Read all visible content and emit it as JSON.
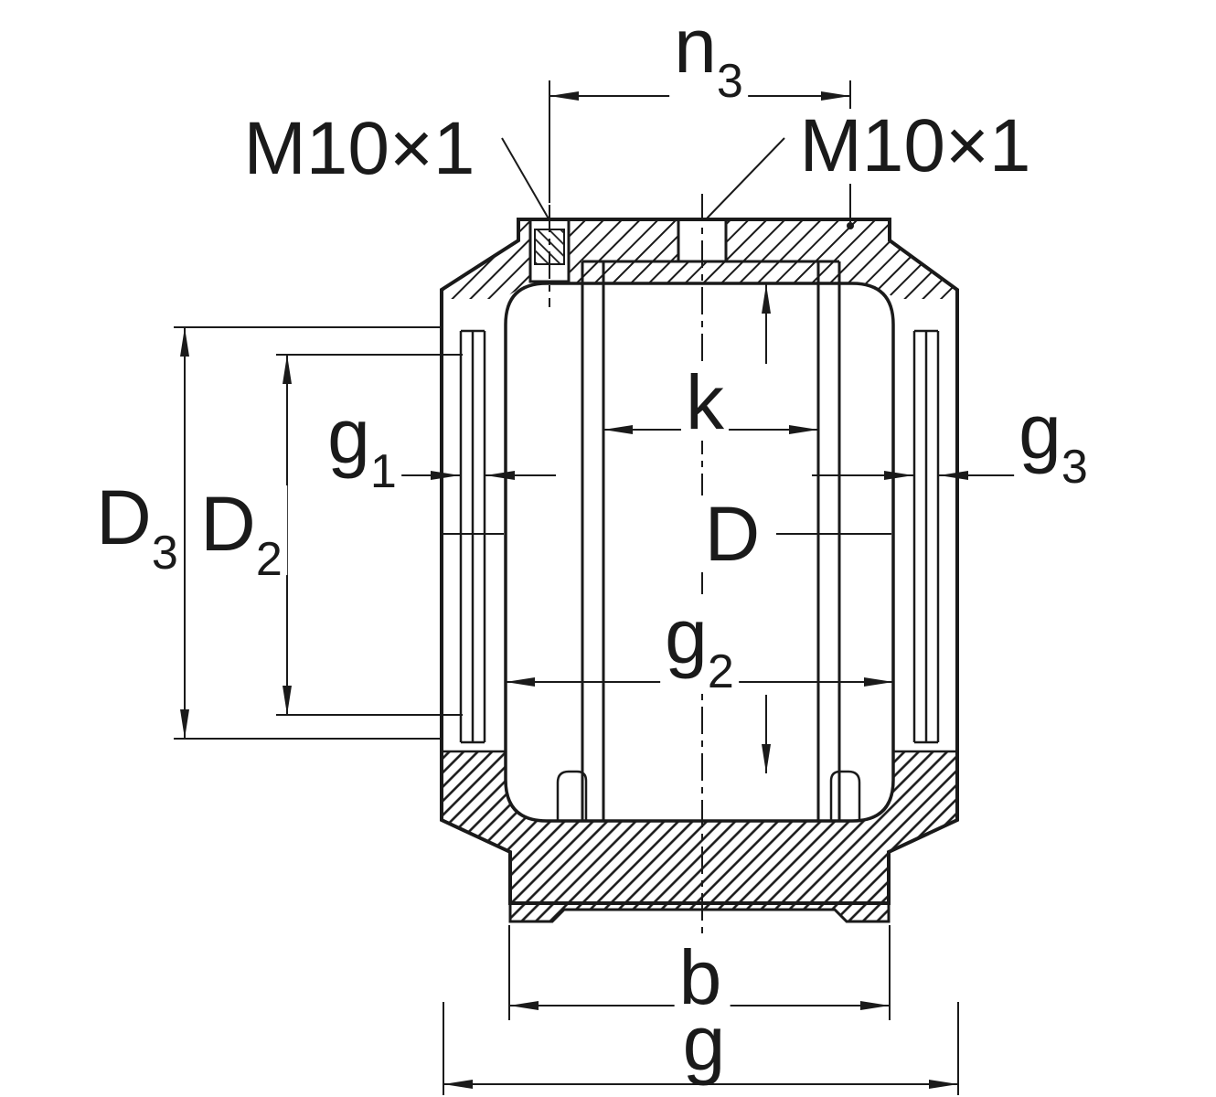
{
  "figure": {
    "type": "technical-sectional-drawing",
    "description": "Cross-section of a bearing housing unit with dimension callouts and two threaded lubrication ports",
    "colors": {
      "line": "#1a1a1a",
      "background": "#ffffff"
    },
    "thread_spec": "M10×1",
    "labels": {
      "n3": {
        "base": "n",
        "sub": "3"
      },
      "m10_left": {
        "text": "M10×1"
      },
      "m10_right": {
        "text": "M10×1"
      },
      "k": {
        "text": "k"
      },
      "g1": {
        "base": "g",
        "sub": "1"
      },
      "g3": {
        "base": "g",
        "sub": "3"
      },
      "d3": {
        "base": "D",
        "sub": "3"
      },
      "d2": {
        "base": "D",
        "sub": "2"
      },
      "d": {
        "text": "D"
      },
      "g2": {
        "base": "g",
        "sub": "2"
      },
      "b": {
        "text": "b"
      },
      "g": {
        "text": "g"
      }
    }
  }
}
